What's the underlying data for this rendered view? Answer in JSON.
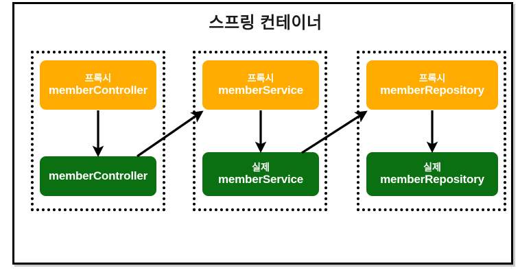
{
  "diagram": {
    "title": "스프링 컨테이너",
    "colors": {
      "proxy": "#ffab00",
      "real": "#0b7012",
      "frame": "#000000",
      "group_border": "#000000",
      "arrow": "#000000",
      "node_text": "#ffffff",
      "title_text": "#1a1a1a",
      "background": "#ffffff"
    },
    "groups": [
      {
        "name": "memberController-bean",
        "proxy": {
          "label_top": "프록시",
          "label_main": "memberController"
        },
        "real": {
          "label_top": "",
          "label_main": "memberController"
        }
      },
      {
        "name": "memberService-bean",
        "proxy": {
          "label_top": "프록시",
          "label_main": "memberService"
        },
        "real": {
          "label_top": "실제",
          "label_main": "memberService"
        }
      },
      {
        "name": "memberRepository-bean",
        "proxy": {
          "label_top": "프록시",
          "label_main": "memberRepository"
        },
        "real": {
          "label_top": "실제",
          "label_main": "memberRepository"
        }
      }
    ],
    "arrows": [
      {
        "name": "proxy-to-real-0",
        "kind": "vertical",
        "from": "proxy-0",
        "to": "real-0"
      },
      {
        "name": "proxy-to-real-1",
        "kind": "vertical",
        "from": "proxy-1",
        "to": "real-1"
      },
      {
        "name": "proxy-to-real-2",
        "kind": "vertical",
        "from": "proxy-2",
        "to": "real-2"
      },
      {
        "name": "real0-to-proxy1",
        "kind": "diagonal",
        "from": "real-0",
        "to": "proxy-1"
      },
      {
        "name": "real1-to-proxy2",
        "kind": "diagonal",
        "from": "real-1",
        "to": "proxy-2"
      }
    ]
  }
}
